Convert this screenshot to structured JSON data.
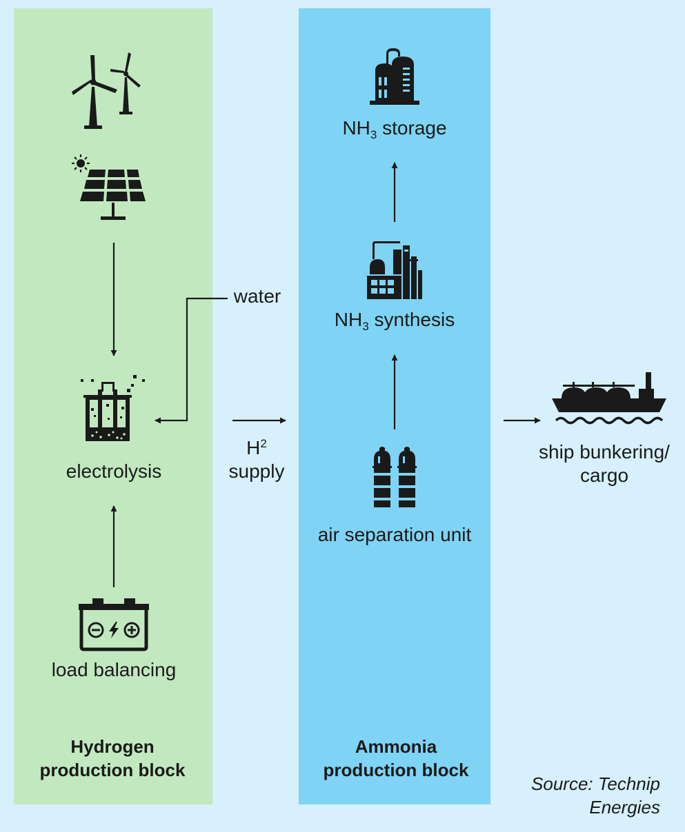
{
  "blocks": {
    "hydrogen": {
      "line1": "Hydrogen",
      "line2": "production block"
    },
    "ammonia": {
      "line1": "Ammonia",
      "line2": "production block"
    }
  },
  "nodes": {
    "electrolysis": "electrolysis",
    "load_balancing": "load balancing",
    "air_separation": "air separation unit",
    "nh3_synthesis": {
      "pre": "NH",
      "sub": "3",
      "post": " synthesis"
    },
    "nh3_storage": {
      "pre": "NH",
      "sub": "3",
      "post": " storage"
    },
    "ship": {
      "line1": "ship bunkering/",
      "line2": "cargo"
    }
  },
  "edges": {
    "water": "water",
    "h2_supply": {
      "pre": "H",
      "sup": "2",
      "line2": "supply"
    }
  },
  "source": {
    "line1": "Source: Technip",
    "line2": "Energies"
  },
  "colors": {
    "background": "#d7f0fb",
    "hydrogen_block": "#c2e8c0",
    "ammonia_block": "#7fd3f4",
    "ink": "#1a1a1a"
  },
  "icons": [
    "wind-turbines-icon",
    "solar-panel-icon",
    "electrolyzer-icon",
    "battery-icon",
    "storage-tanks-icon",
    "ammonia-plant-icon",
    "air-separation-columns-icon",
    "ship-icon"
  ]
}
